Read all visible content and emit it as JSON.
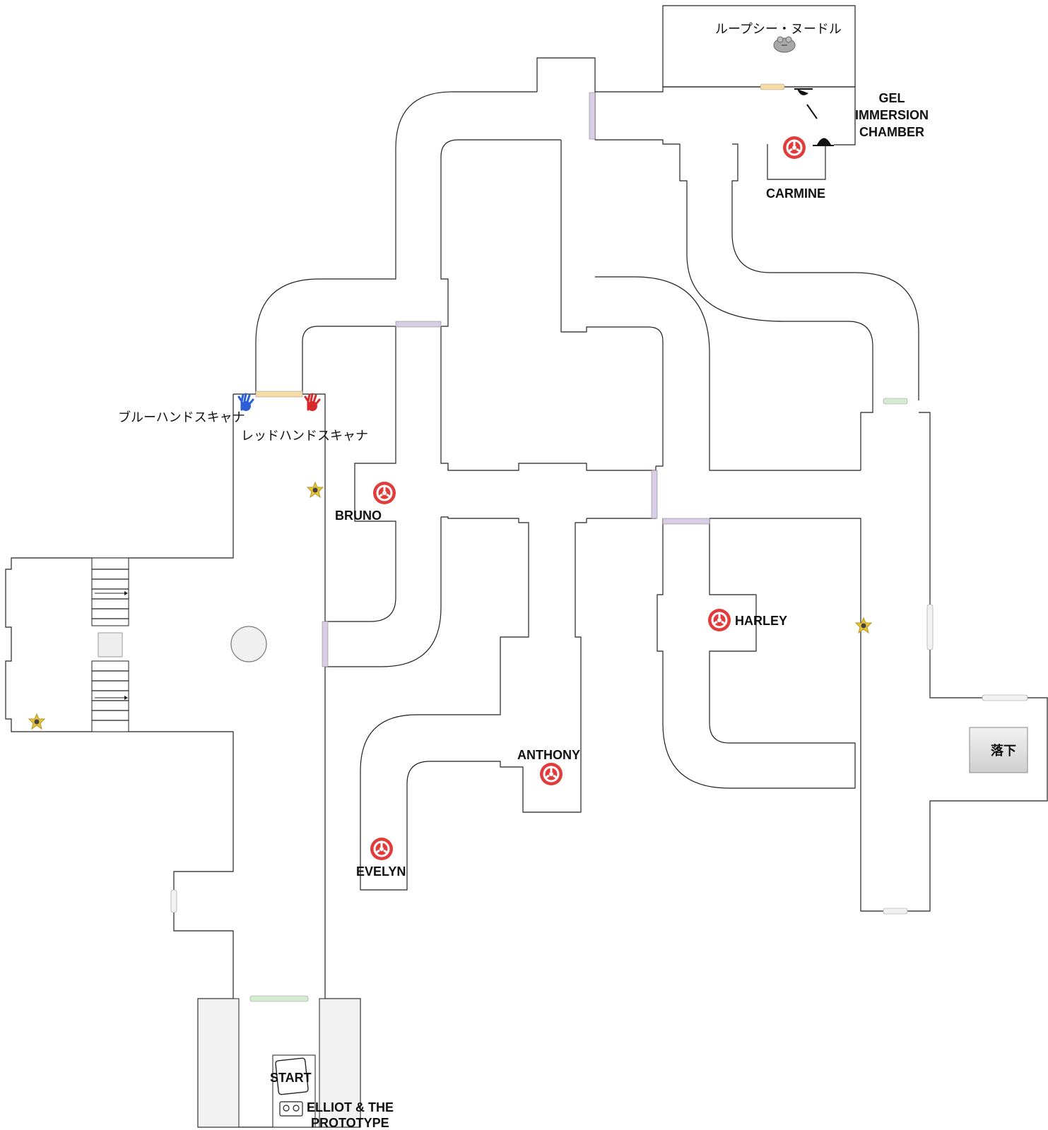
{
  "map": {
    "labels": {
      "loopsy": "ループシー・ヌードル",
      "gel_1": "GEL",
      "gel_2": "IMMERSION",
      "gel_3": "CHAMBER",
      "carmine": "CARMINE",
      "blue_scanner": "ブルーハンドスキャナ",
      "red_scanner": "レッドハンドスキャナ",
      "bruno": "BRUNO",
      "harley": "HARLEY",
      "anthony": "ANTHONY",
      "evelyn": "EVELYN",
      "fall": "落下",
      "start": "START",
      "elliot_1": "ELLIOT & THE",
      "elliot_2": "PROTOTYPE"
    },
    "icons": {
      "enemy_marker": "red-circle-enemy-icon",
      "collectible": "yellow-star-tape-icon",
      "blue_hand": "blue-hand-scanner-icon",
      "red_hand": "red-hand-scanner-icon",
      "frog": "loopsy-noodle-frog-icon",
      "camera": "security-camera-icon",
      "cassette": "cassette-tape-icon"
    },
    "colors": {
      "door_purple": "#d9cde6",
      "door_orange": "#f6dca4",
      "door_green": "#d7ead3",
      "enemy_red": "#e23b3b",
      "hand_blue": "#2a5fd6",
      "hand_red": "#d62a2a",
      "star": "#e8c43a",
      "stair_room": "#f3f3f3",
      "fall_box": "#dddddd"
    }
  }
}
